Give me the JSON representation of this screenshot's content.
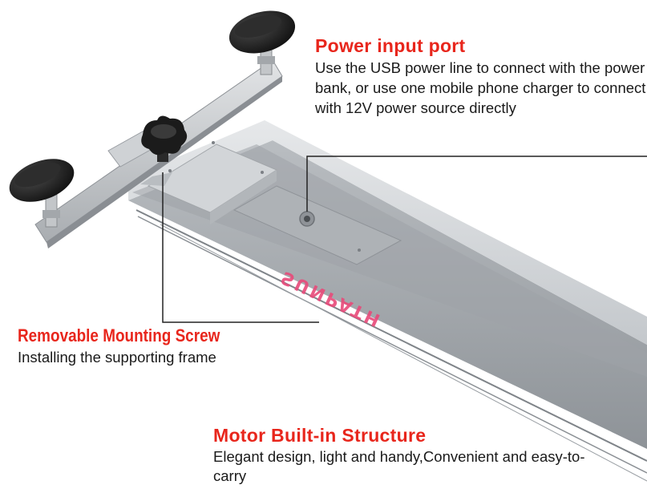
{
  "product": {
    "brand_text": "SUNPATH",
    "icons": [
      "suction-cup-knob-icon",
      "mounting-screw-knob-icon",
      "usb-port-icon"
    ]
  },
  "callouts": {
    "power_port": {
      "title": "Power input port",
      "description": "Use the USB power line to connect with the power bank, or use one mobile phone charger to connect with 12V power source directly"
    },
    "mounting_screw": {
      "title": "Removable Mounting Screw",
      "description": "Installing the supporting frame"
    },
    "motor": {
      "title": "Motor Built-in Structure",
      "description": "Elegant design, light and handy,Convenient and easy-to-carry"
    }
  },
  "colors": {
    "title_red": "#e8261c",
    "body_text": "#1a1a1a",
    "aluminum": "#c9cdd1",
    "knob_black": "#1b1b1b",
    "brand_pink": "#e84a7a"
  }
}
